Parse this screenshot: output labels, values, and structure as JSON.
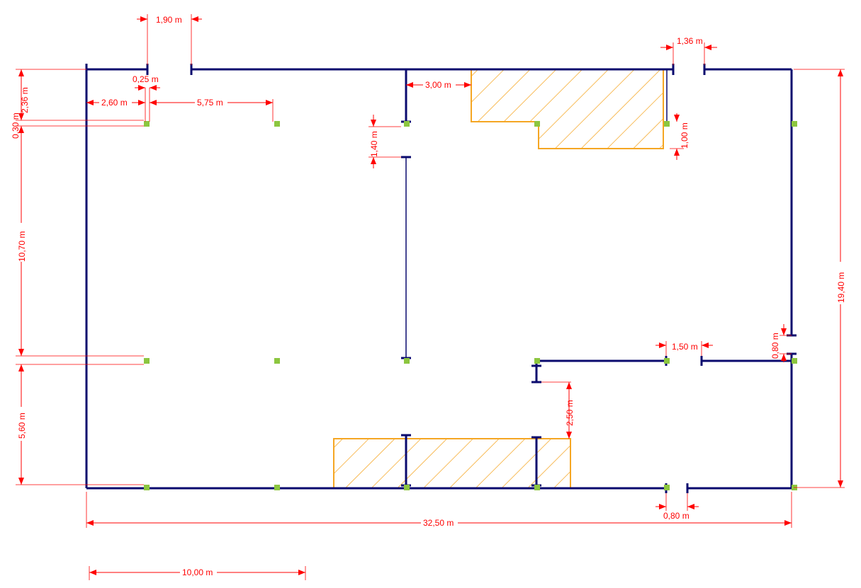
{
  "colors": {
    "wall": "#0a0a6e",
    "dimension": "#ff0000",
    "hatch": "#f5a623",
    "column": "#8cc63f",
    "background": "#ffffff"
  },
  "dimensions": {
    "top_opening_left": "1,90 m",
    "top_opening_right": "1,36 m",
    "offset_025": "0,25 m",
    "dist_260": "2,60 m",
    "dist_575": "5,75 m",
    "dist_300": "3,00 m",
    "dist_236": "2,36 m",
    "dist_030": "0,30 m",
    "dist_140": "1,40 m",
    "dist_100": "1,00 m",
    "dist_1070": "10,70 m",
    "dist_560": "5,60 m",
    "dist_1940": "19,40 m",
    "dist_080_right": "0,80 m",
    "dist_150": "1,50 m",
    "dist_250": "2,50 m",
    "dist_080_bottom": "0,80 m",
    "total_width": "32,50 m",
    "scale_bar": "10,00 m"
  }
}
